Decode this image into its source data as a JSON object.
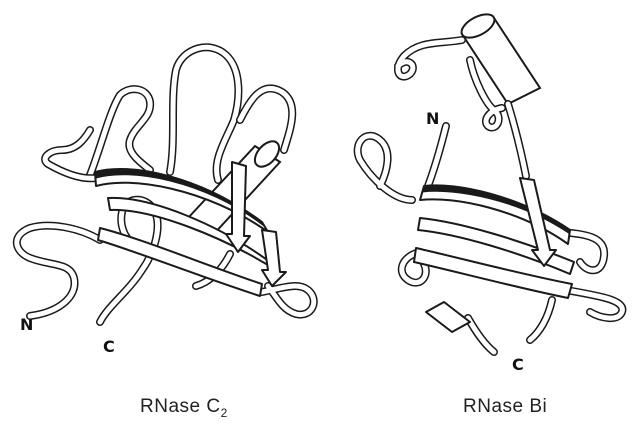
{
  "panels": [
    {
      "id": "c2",
      "caption_main": "RNase C",
      "caption_sub": "2",
      "labels": {
        "n": "N",
        "c": "C"
      }
    },
    {
      "id": "bi",
      "caption_main": "RNase Bi",
      "caption_sub": "",
      "labels": {
        "n": "N",
        "c": "C"
      }
    }
  ],
  "colors": {
    "ink": "#1a1a1a",
    "paper": "#ffffff"
  }
}
